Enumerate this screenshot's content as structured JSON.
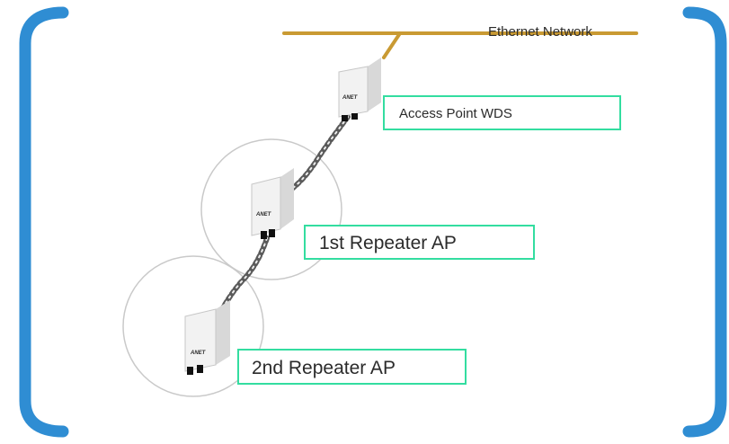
{
  "diagram": {
    "ethernet_label": "Ethernet Network",
    "nodes": [
      {
        "id": "access-point",
        "label": "Access Point WDS",
        "brand": "ANET"
      },
      {
        "id": "repeater-1",
        "label": "1st Repeater AP",
        "brand": "ANET"
      },
      {
        "id": "repeater-2",
        "label": "2nd Repeater AP",
        "brand": "ANET"
      }
    ]
  },
  "colors": {
    "bracket": "#2f8dd3",
    "ethernet_line": "#c99a33",
    "label_border": "#33dda0",
    "coverage_circle": "#c9c9c9"
  }
}
